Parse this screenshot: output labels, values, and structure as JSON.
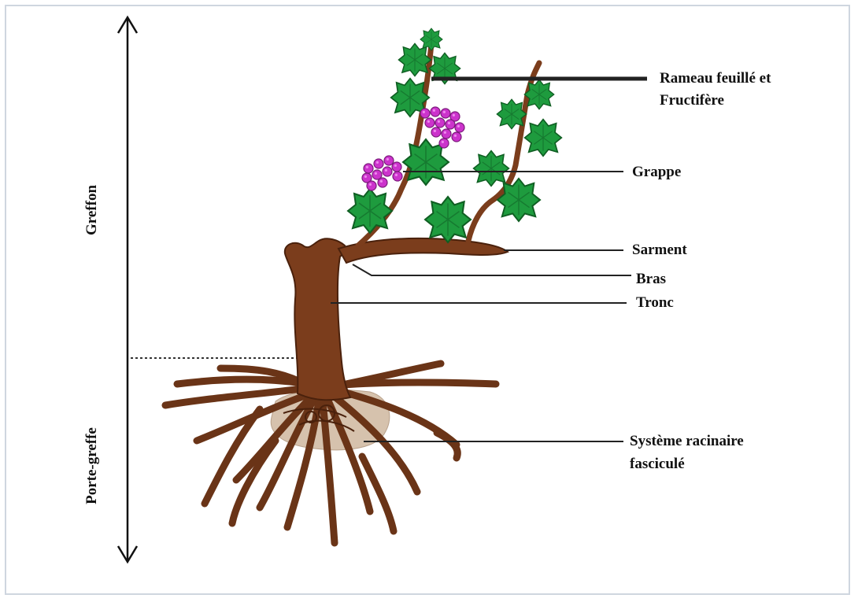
{
  "labels": {
    "rameau_line1": "Rameau feuillé et",
    "rameau_line2": "Fructifère",
    "grappe": "Grappe",
    "sarment": "Sarment",
    "bras": "Bras",
    "tronc": "Tronc",
    "systeme_line1": "Système racinaire",
    "systeme_line2": "fasciculé",
    "greffon": "Greffon",
    "porte_greffe": "Porte-greffe"
  },
  "colors": {
    "trunk": "#7b3d1c",
    "trunk_dark": "#4a210c",
    "leaf": "#1e9b3e",
    "leaf_dark": "#0f5e22",
    "grape": "#cc33cc",
    "soil": "#d6c2ad",
    "leader_line": "#222222"
  }
}
